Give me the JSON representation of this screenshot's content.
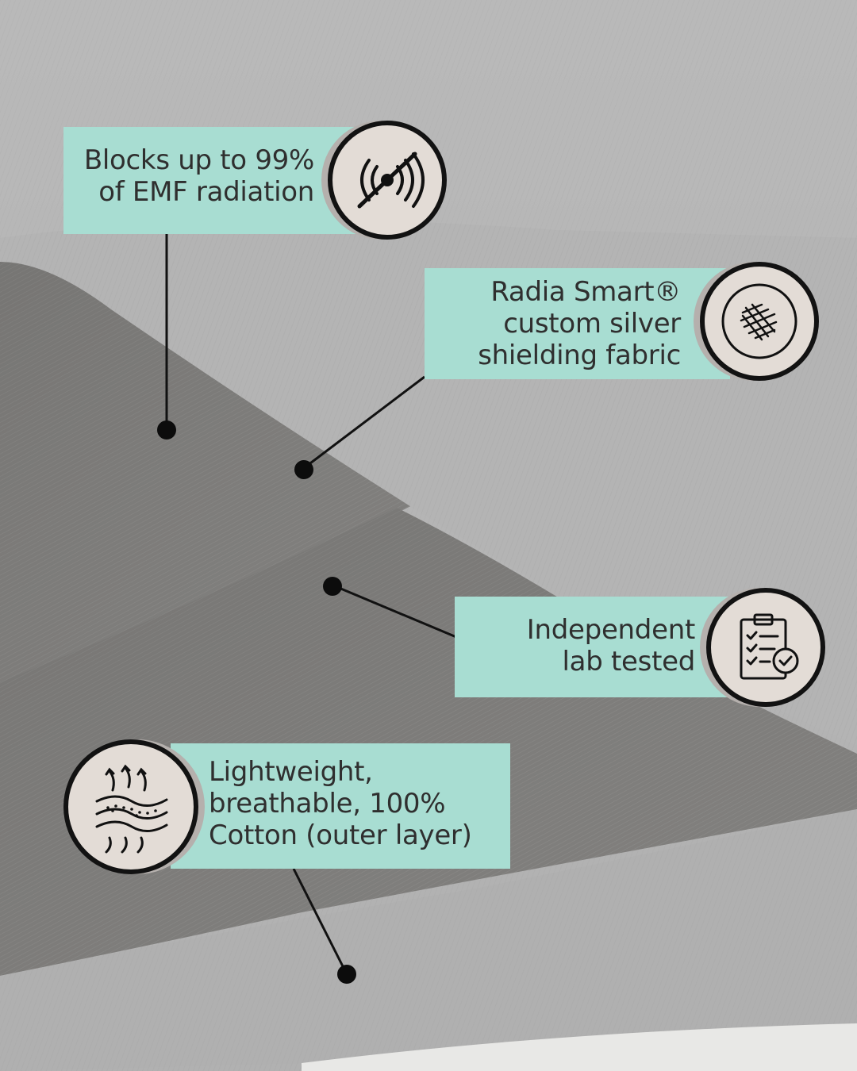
{
  "callouts": [
    {
      "id": "emf",
      "lines": [
        "Blocks up to 99%",
        "of EMF radiation"
      ],
      "icon": "no-signal-icon"
    },
    {
      "id": "fabric",
      "lines": [
        "Radia Smart®",
        "custom silver",
        "shielding fabric"
      ],
      "icon": "woven-fabric-icon"
    },
    {
      "id": "lab",
      "lines": [
        "Independent",
        "lab tested"
      ],
      "icon": "clipboard-check-icon"
    },
    {
      "id": "cotton",
      "lines": [
        "Lightweight,",
        "breathable,  100%",
        "Cotton (outer layer)"
      ],
      "icon": "breathable-layers-icon"
    }
  ],
  "colors": {
    "label_bg": "#a8ddd2",
    "badge_bg": "#e3dcd6",
    "text": "#2f2f2f",
    "fabric_light": "#b5b5b5",
    "fabric_dark": "#7a7977"
  }
}
